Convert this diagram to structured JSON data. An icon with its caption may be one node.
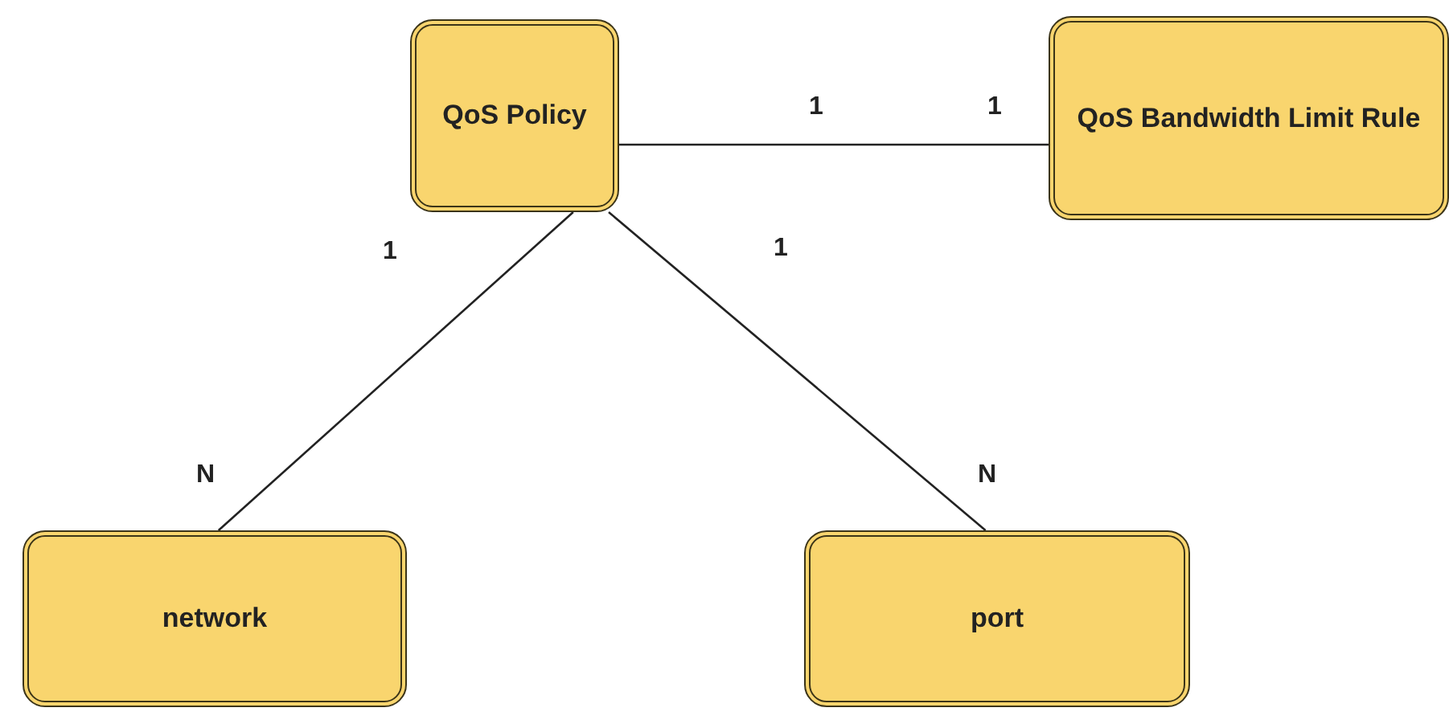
{
  "diagram": {
    "nodes": [
      {
        "text": [
          "QoS Policy"
        ]
      },
      {
        "text": [
          "QoS Bandwidth Limit Rule"
        ]
      },
      {
        "text": [
          "network"
        ]
      },
      {
        "text": [
          "port"
        ]
      }
    ],
    "edges": [
      {
        "from": 0,
        "to": 1,
        "arrow": "none"
      },
      {
        "from": 0,
        "to": 2,
        "arrow": "none"
      },
      {
        "from": 0,
        "to": 3,
        "arrow": "none"
      }
    ],
    "labels": [
      "1",
      "1",
      "1",
      "1",
      "N",
      "N"
    ]
  }
}
